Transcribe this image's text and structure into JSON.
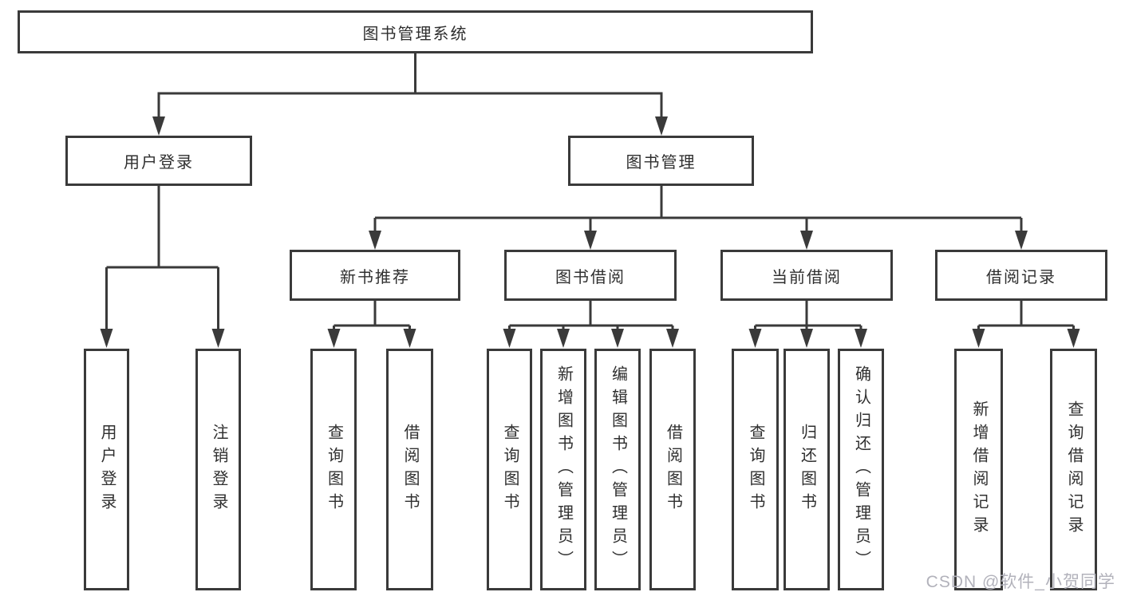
{
  "tree": {
    "label": "图书管理系统",
    "children": [
      {
        "label": "用户登录",
        "children": [
          {
            "label": "用户登录"
          },
          {
            "label": "注销登录"
          }
        ]
      },
      {
        "label": "图书管理",
        "children": [
          {
            "label": "新书推荐",
            "children": [
              {
                "label": "查询图书"
              },
              {
                "label": "借阅图书"
              }
            ]
          },
          {
            "label": "图书借阅",
            "children": [
              {
                "label": "查询图书"
              },
              {
                "label": "新增图书（管理员）"
              },
              {
                "label": "编辑图书（管理员）"
              },
              {
                "label": "借阅图书"
              }
            ]
          },
          {
            "label": "当前借阅",
            "children": [
              {
                "label": "查询图书"
              },
              {
                "label": "归还图书"
              },
              {
                "label": "确认归还（管理员）"
              }
            ]
          },
          {
            "label": "借阅记录",
            "children": [
              {
                "label": "新增借阅记录"
              },
              {
                "label": "查询借阅记录"
              }
            ]
          }
        ]
      }
    ]
  },
  "watermark": {
    "text": "CSDN @软件_小贺同学"
  },
  "colors": {
    "line": "#3a3a3a",
    "box_border": "#3a3a3a",
    "text": "#2f2f2f",
    "background": "#ffffff",
    "watermark": "#b2b2bb"
  }
}
